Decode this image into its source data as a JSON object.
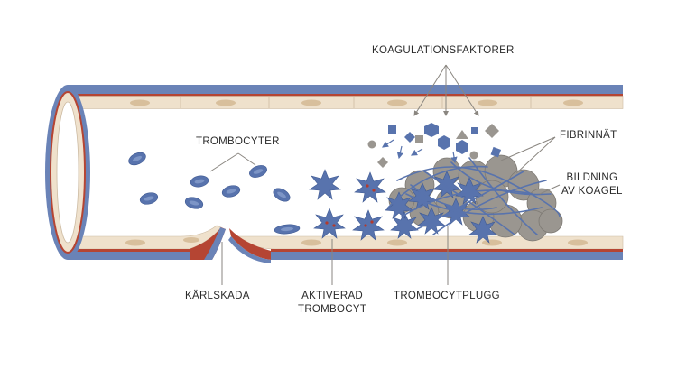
{
  "labels": {
    "coagulation_factors": "KOAGULATIONSFAKTORER",
    "platelets": "TROMBOCYTER",
    "fibrin_net": "FIBRINNÄT",
    "clot_line1": "BILDNING",
    "clot_line2": "AV KOAGEL",
    "vessel_injury": "KÄRLSKADA",
    "activated_line1": "AKTIVERAD",
    "activated_line2": "TROMBOCYT",
    "platelet_plug": "TROMBOCYTPLUGG"
  },
  "colors": {
    "vessel_blue": "#6a83b7",
    "vessel_red": "#b54533",
    "tissue_beige": "#efe1cc",
    "cell_blue": "#5873ad",
    "clot_gray": "#9a9690",
    "marker_red": "#b33a2c"
  }
}
